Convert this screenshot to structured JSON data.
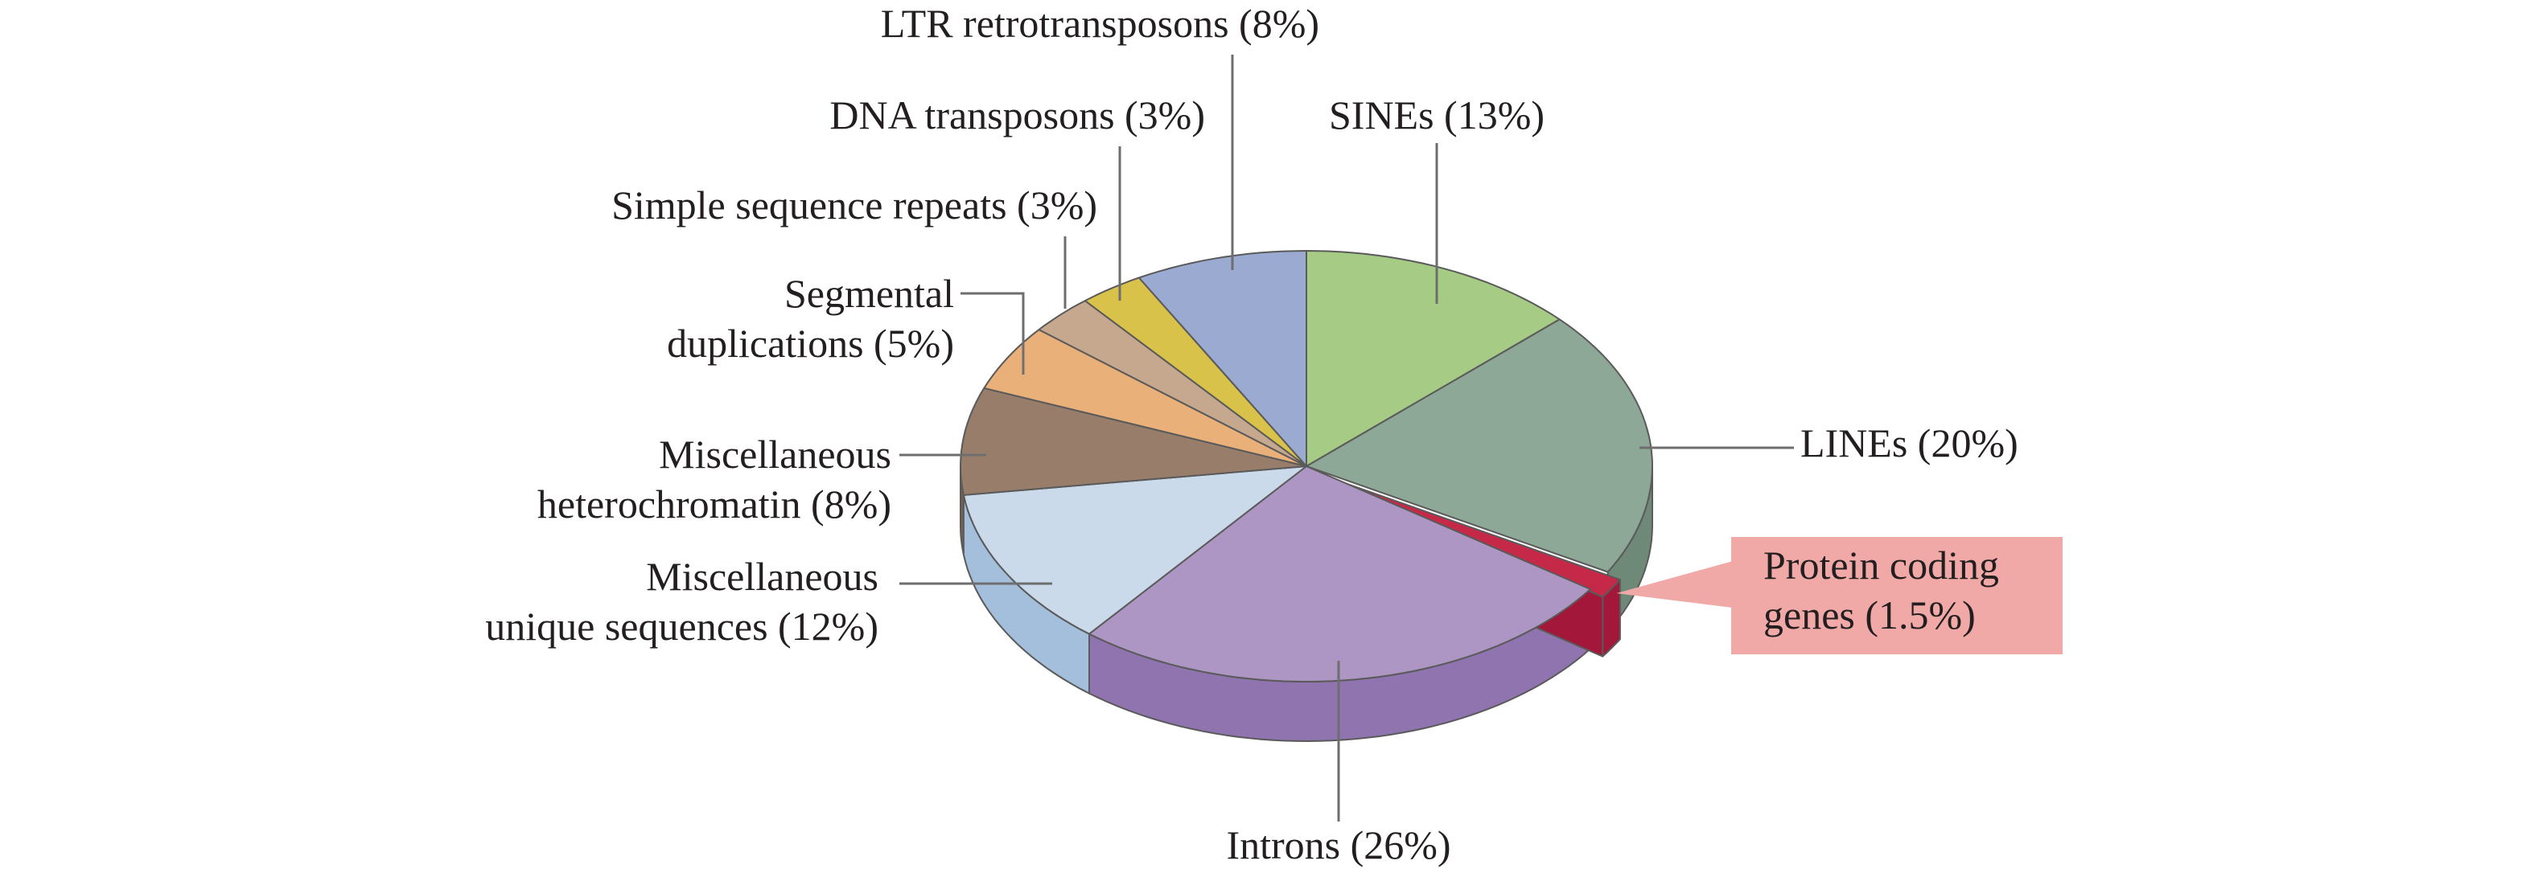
{
  "chart_data": {
    "type": "pie",
    "style": "3d-exploded-highlight",
    "slices": [
      {
        "label": "SINEs (13%)",
        "value": 13,
        "top_color": "#a6cb85",
        "side_color": "#86ab67"
      },
      {
        "label": "LINEs (20%)",
        "value": 20,
        "top_color": "#8ea898",
        "side_color": "#6f8979"
      },
      {
        "label": "Protein coding genes (1.5%)",
        "value": 1.5,
        "top_color": "#c62848",
        "side_color": "#a3183a",
        "highlight": true,
        "callout_color": "#f0a9a6"
      },
      {
        "label": "Introns (26%)",
        "value": 26,
        "top_color": "#ae96c4",
        "side_color": "#8f74b0"
      },
      {
        "label": "Miscellaneous unique sequences (12%)",
        "value": 12,
        "top_color": "#cbdaeb",
        "side_color": "#a3bfdc"
      },
      {
        "label": "Miscellaneous heterochromatin (8%)",
        "value": 8,
        "top_color": "#987d6b",
        "side_color": "#7a604f"
      },
      {
        "label": "Segmental duplications (5%)",
        "value": 5,
        "top_color": "#eab07a",
        "side_color": "#cc9059"
      },
      {
        "label": "Simple sequence repeats (3%)",
        "value": 3,
        "top_color": "#c6a88f",
        "side_color": "#a88a71"
      },
      {
        "label": "DNA transposons (3%)",
        "value": 3,
        "top_color": "#d9c24a",
        "side_color": "#baa331"
      },
      {
        "label": "LTR retrotransposons (8%)",
        "value": 8,
        "top_color": "#9aaad0",
        "side_color": "#7a8ab2"
      }
    ],
    "labels": [
      {
        "slice": 0,
        "lines": [
          "SINEs (13%)"
        ]
      },
      {
        "slice": 1,
        "lines": [
          "LINEs (20%)"
        ]
      },
      {
        "slice": 2,
        "lines": [
          "Protein coding",
          "genes (1.5%)"
        ]
      },
      {
        "slice": 3,
        "lines": [
          "Introns (26%)"
        ]
      },
      {
        "slice": 4,
        "lines": [
          "Miscellaneous",
          "unique sequences (12%)"
        ]
      },
      {
        "slice": 5,
        "lines": [
          "Miscellaneous",
          "heterochromatin (8%)"
        ]
      },
      {
        "slice": 6,
        "lines": [
          "Segmental",
          "duplications (5%)"
        ]
      },
      {
        "slice": 7,
        "lines": [
          "Simple sequence repeats (3%)"
        ]
      },
      {
        "slice": 8,
        "lines": [
          "DNA transposons (3%)"
        ]
      },
      {
        "slice": 9,
        "lines": [
          "LTR retrotransposons (8%)"
        ]
      }
    ]
  }
}
